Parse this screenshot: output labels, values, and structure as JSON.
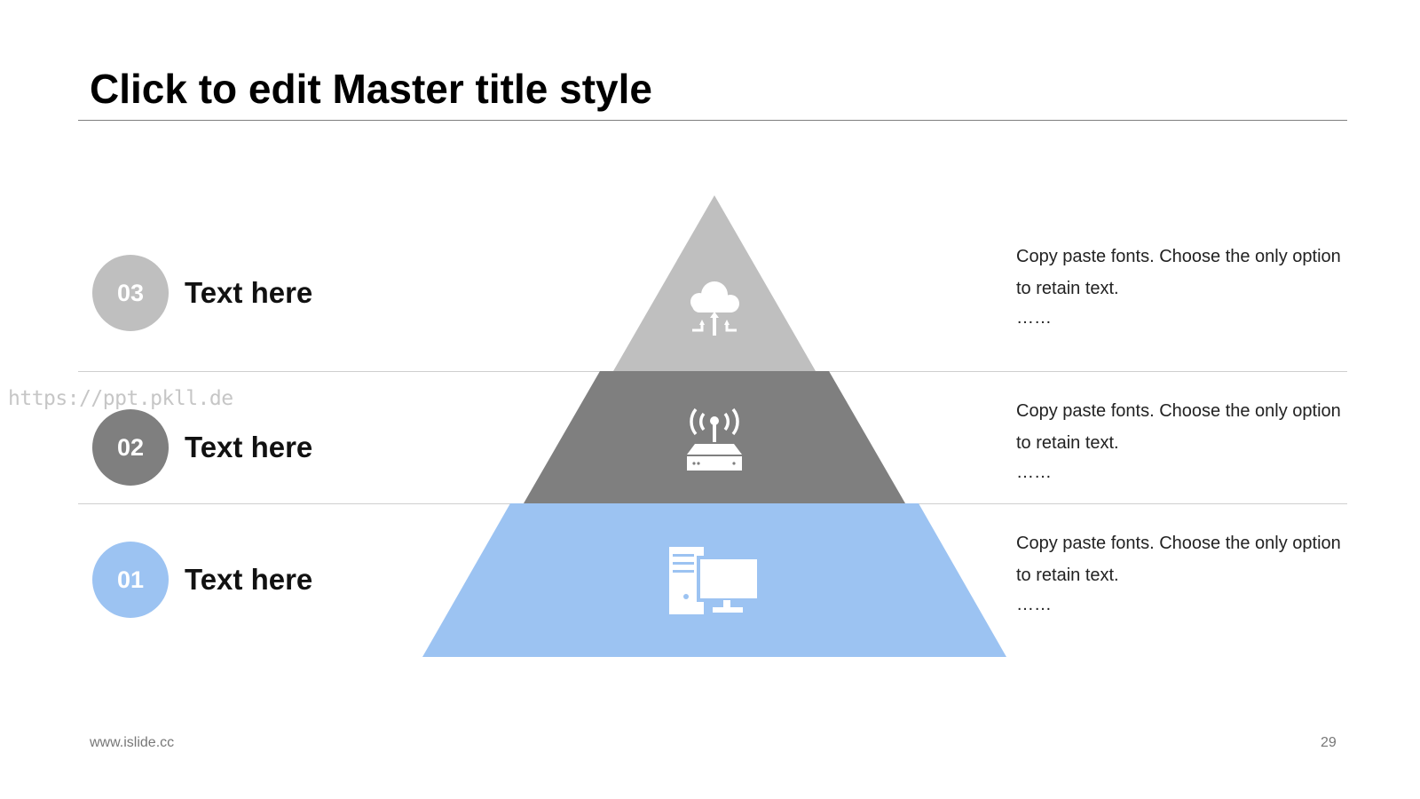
{
  "slide": {
    "title": "Click to edit Master title style",
    "watermark": "https://ppt.pkll.de",
    "footer_left": "www.islide.cc",
    "page_number": "29"
  },
  "levels": [
    {
      "number": "03",
      "label": "Text here",
      "color": "#bfbfbf",
      "icon": "cloud-upload-icon",
      "description": "Copy paste fonts. Choose the only option to retain text.",
      "ellipsis": "……"
    },
    {
      "number": "02",
      "label": "Text here",
      "color": "#7f7f7f",
      "icon": "wireless-router-icon",
      "description": "Copy paste fonts. Choose the only option to retain text.",
      "ellipsis": "……"
    },
    {
      "number": "01",
      "label": "Text here",
      "color": "#9cc3f2",
      "icon": "desktop-computer-icon",
      "description": "Copy paste fonts. Choose the only option to retain text.",
      "ellipsis": "……"
    }
  ]
}
